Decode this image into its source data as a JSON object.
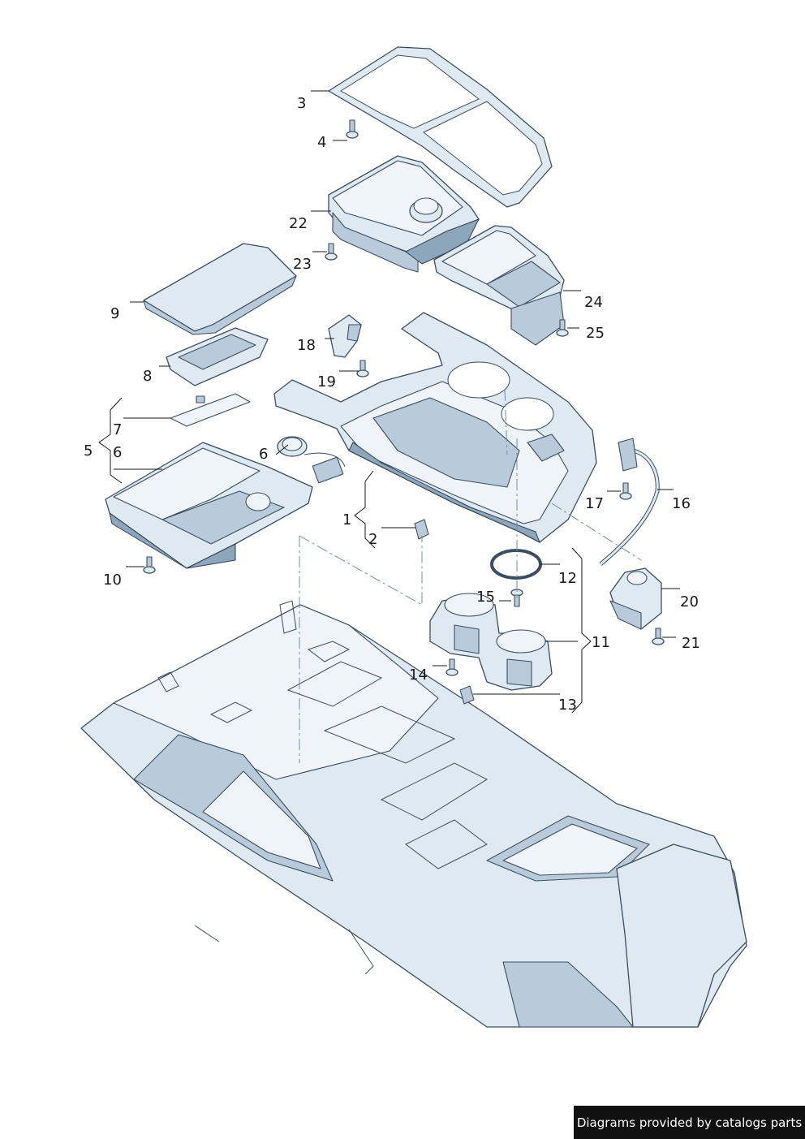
{
  "callouts": {
    "c1": "1",
    "c2": "2",
    "c3": "3",
    "c4": "4",
    "c5": "5",
    "c6a": "6",
    "c6b": "6",
    "c7": "7",
    "c8": "8",
    "c9": "9",
    "c10": "10",
    "c11": "11",
    "c12": "12",
    "c13": "13",
    "c14": "14",
    "c15": "15",
    "c16": "16",
    "c17": "17",
    "c18": "18",
    "c19": "19",
    "c20": "20",
    "c21": "21",
    "c22": "22",
    "c23": "23",
    "c24": "24",
    "c25": "25"
  },
  "footer": {
    "credit": "Diagrams provided by catalogs parts"
  },
  "colors": {
    "part_fill": "#dfe9f2",
    "part_stroke": "#3b4e60",
    "footer_bg": "#111111"
  }
}
